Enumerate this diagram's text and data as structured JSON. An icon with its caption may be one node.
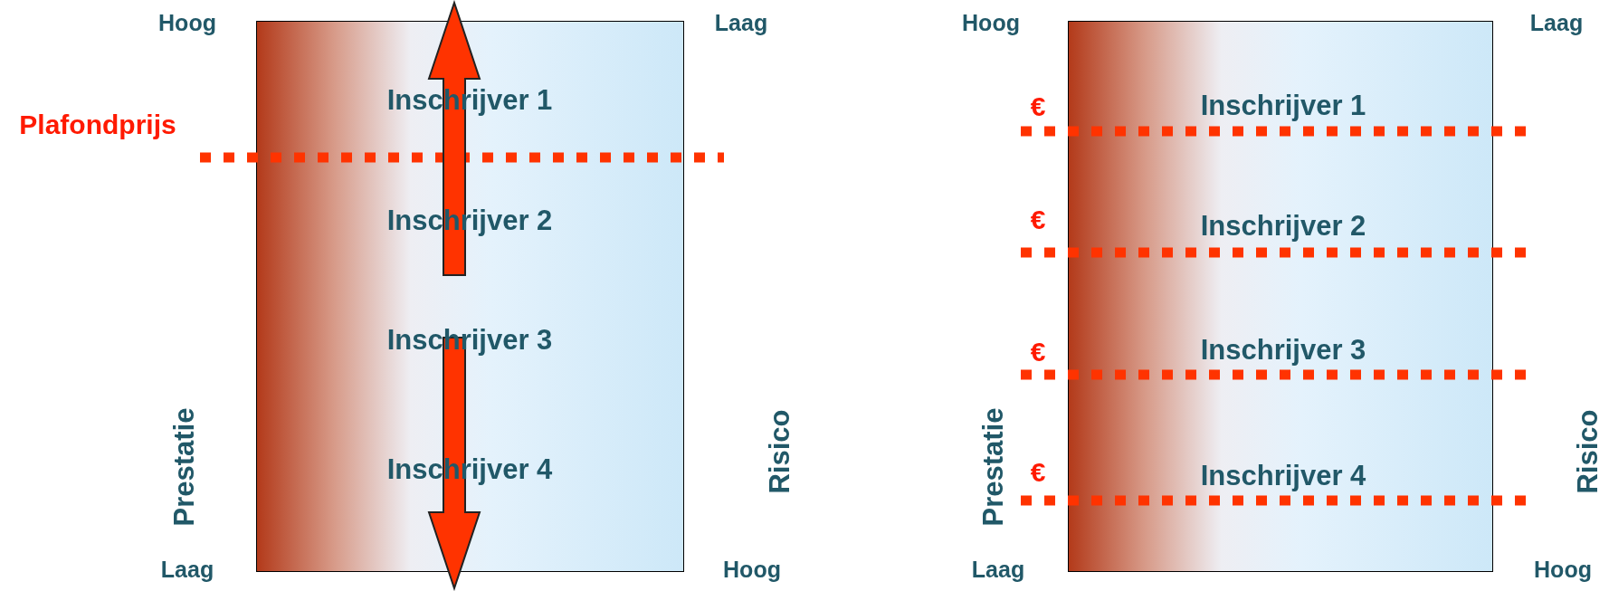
{
  "diagram": {
    "nodes": [
      {
        "text": [
          "Inschrijver 1",
          "Inschrijver 2",
          "Inschrijver 3",
          "Inschrijver 4"
        ]
      },
      {
        "text": [
          "Inschrijver 1",
          "Inschrijver 2",
          "Inschrijver 3",
          "Inschrijver 4"
        ]
      }
    ],
    "labels": [
      "Hoog",
      "Laag",
      "Plafondprijs",
      "Prestatie",
      "Risico",
      "Laag",
      "Hoog",
      "Hoog",
      "Laag",
      "€",
      "€",
      "€",
      "€",
      "Prestatie",
      "Risico",
      "Laag",
      "Hoog"
    ]
  }
}
